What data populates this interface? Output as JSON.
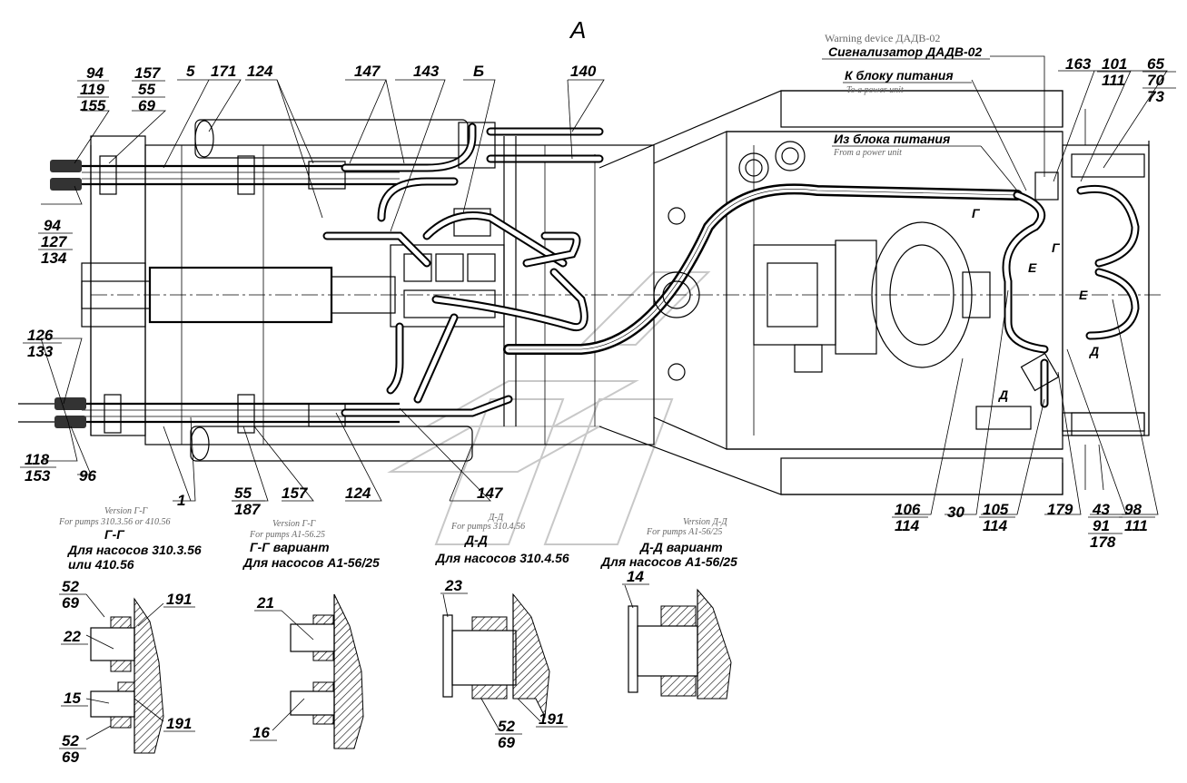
{
  "view_title": "А",
  "callouts": {
    "c94a": "94",
    "c119": "119",
    "c155": "155",
    "c157a": "157",
    "c55a": "55",
    "c69a": "69",
    "c5": "5",
    "c171": "171",
    "c124a": "124",
    "c147a": "147",
    "c143": "143",
    "cB": "Б",
    "c140": "140",
    "c163": "163",
    "c101": "101",
    "c111a": "111",
    "c65": "65",
    "c70": "70",
    "c73": "73",
    "c94b": "94",
    "c127": "127",
    "c134": "134",
    "c126": "126",
    "c133": "133",
    "c118": "118",
    "c153": "153",
    "c96": "96",
    "c1": "1",
    "c55b": "55",
    "c187": "187",
    "c157b": "157",
    "c124b": "124",
    "c147b": "147",
    "c106": "106",
    "c114a": "114",
    "c30": "30",
    "c105": "105",
    "c114b": "114",
    "c179": "179",
    "c43": "43",
    "c91": "91",
    "c178": "178",
    "c98": "98",
    "c111b": "111"
  },
  "labels": {
    "warning_en": "Warning device ДАДВ-02",
    "warning_ru": "Сигнализатор ДАДВ-02",
    "to_power_ru": "К блоку питания",
    "to_power_en": "To a power unit",
    "from_power_ru": "Из блока питания",
    "from_power_en": "From a power unit"
  },
  "sections": [
    {
      "en1": "Version Г-Г",
      "en2": "For pumps 310.3.56 or 410.56",
      "title": "Г-Г",
      "ru1": "Для насосов 310.3.56",
      "ru2": "или 410.56"
    },
    {
      "en1": "Version Г-Г",
      "en2": "For pumps А1-56.25",
      "title": "Г-Г вариант",
      "ru1": "Для насосов А1-56/25"
    },
    {
      "en1": "Д-Д",
      "en2": "For pumps 310.4.56",
      "title": "Д-Д",
      "ru1": "Для насосов 310.4.56"
    },
    {
      "en1": "Version Д-Д",
      "en2": "For pumps А1-56/25",
      "title": "Д-Д вариант",
      "ru1": "Для насосов А1-56/25"
    }
  ],
  "detail_callouts": {
    "d52a": "52",
    "d69a": "69",
    "d191a": "191",
    "d22": "22",
    "d15": "15",
    "d191b": "191",
    "d52b": "52",
    "d69b": "69",
    "d21": "21",
    "d16": "16",
    "d23": "23",
    "d52c": "52",
    "d69c": "69",
    "d191c": "191",
    "d14": "14"
  },
  "section_markers": {
    "g": "Г",
    "e": "Е",
    "d": "Д"
  }
}
